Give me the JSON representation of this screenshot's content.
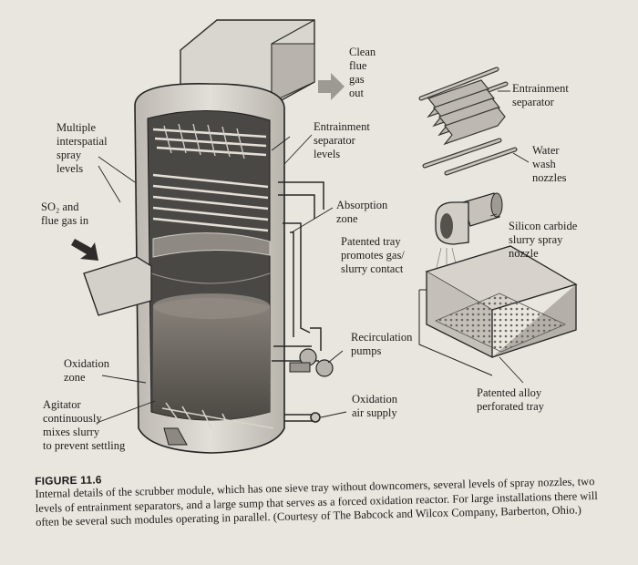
{
  "labels": {
    "clean_flue_gas_out": [
      "Clean",
      "flue",
      "gas",
      "out"
    ],
    "entrainment_separator": [
      "Entrainment",
      "separator"
    ],
    "multiple_interspatial_spray_levels": [
      "Multiple",
      "interspatial",
      "spray",
      "levels"
    ],
    "entrainment_separator_levels": [
      "Entrainment",
      "separator",
      "levels"
    ],
    "water_wash_nozzles": [
      "Water",
      "wash",
      "nozzles"
    ],
    "so2_and_flue_gas_in": [
      "SO₂ and",
      "flue gas in"
    ],
    "absorption_zone": [
      "Absorption",
      "zone"
    ],
    "silicon_carbide_slurry_spray_nozzle": [
      "Silicon carbide",
      "slurry spray",
      "nozzle"
    ],
    "patented_tray": [
      "Patented tray",
      "promotes gas/",
      "slurry contact"
    ],
    "recirculation_pumps": [
      "Recirculation",
      "pumps"
    ],
    "oxidation_zone": [
      "Oxidation",
      "zone"
    ],
    "patented_alloy_perforated_tray": [
      "Patented alloy",
      "perforated tray"
    ],
    "oxidation_air_supply": [
      "Oxidation",
      "air supply"
    ],
    "agitator": [
      "Agitator",
      "continuously",
      "mixes slurry",
      "to prevent settling"
    ]
  },
  "caption": {
    "title": "FIGURE 11.6",
    "text": "Internal details of the scrubber module, which has one sieve tray without downcomers, several levels of spray nozzles, two levels of entrainment separators, and a large sump that serves as a forced oxidation reactor. For large installations there will often be several such modules operating in parallel. (Courtesy of The Babcock and Wilcox Company, Barberton, Ohio.)"
  },
  "colors": {
    "paper": "#e9e6df",
    "ink": "#1c1b1a",
    "shell": "#d6d3cc",
    "interior": "#4a4845",
    "slurry": "#6b6660"
  }
}
